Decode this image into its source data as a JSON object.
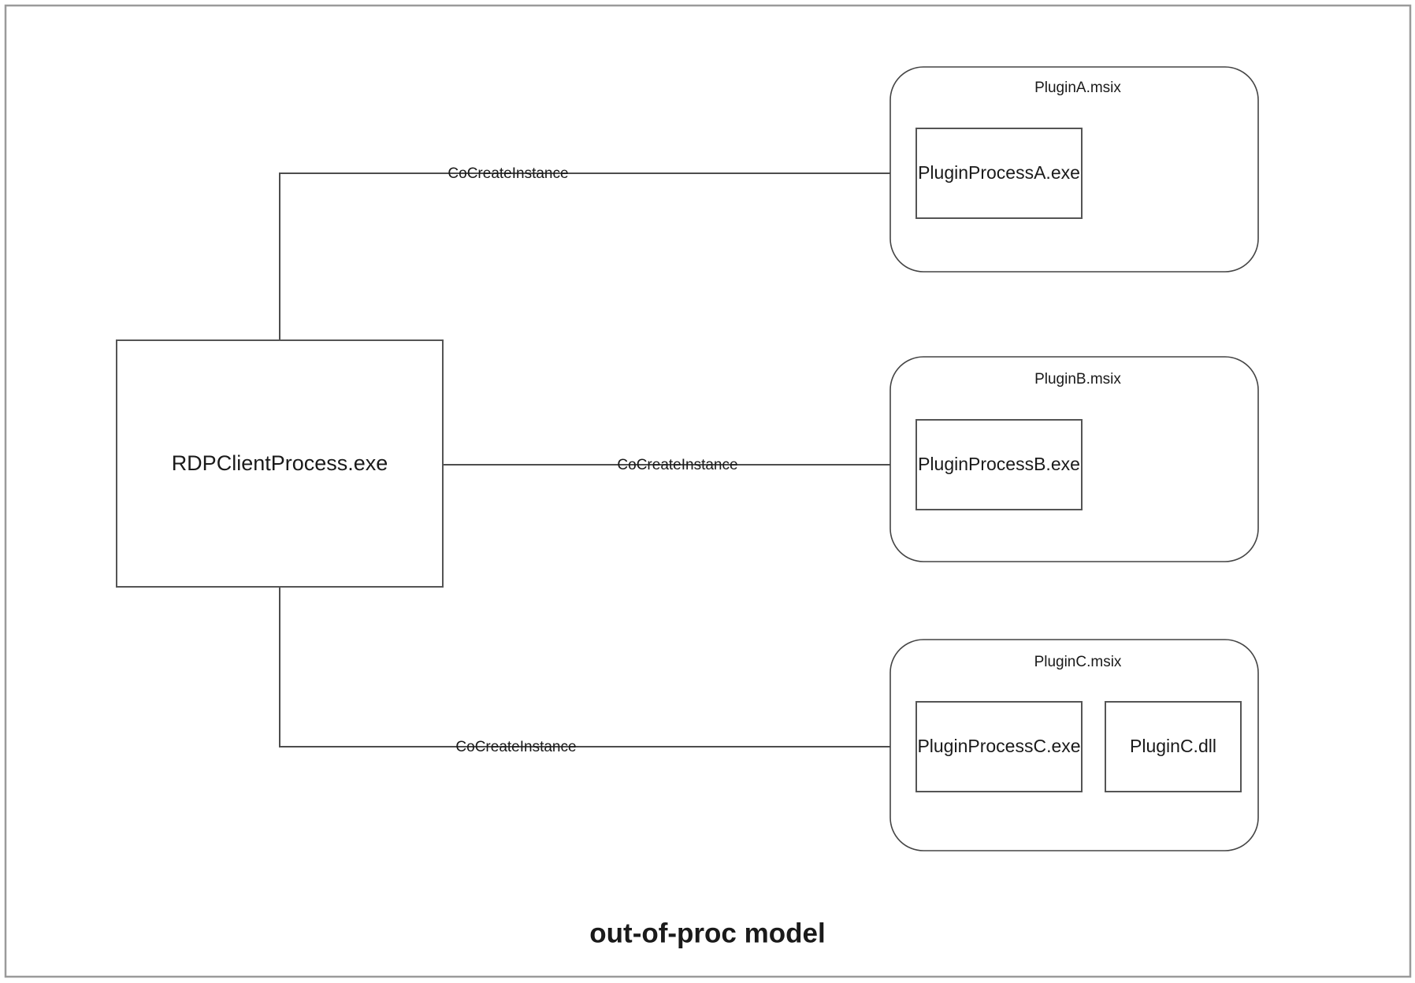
{
  "diagram": {
    "title": "out-of-proc model",
    "frame": {
      "label": "diagram-frame"
    },
    "main_process": {
      "label": "RDPClientProcess.exe"
    },
    "groups": [
      {
        "id": "plugin-a",
        "label": "PluginA.msix",
        "nodes": [
          {
            "id": "plugin-process-a",
            "label": "PluginProcessA.exe"
          }
        ]
      },
      {
        "id": "plugin-b",
        "label": "PluginB.msix",
        "nodes": [
          {
            "id": "plugin-process-b",
            "label": "PluginProcessB.exe"
          }
        ]
      },
      {
        "id": "plugin-c",
        "label": "PluginC.msix",
        "nodes": [
          {
            "id": "plugin-process-c",
            "label": "PluginProcessC.exe"
          },
          {
            "id": "plugin-c-dll",
            "label": "PluginC.dll"
          }
        ]
      }
    ],
    "edges": [
      {
        "id": "edge-a",
        "from": "RDPClientProcess.exe",
        "to": "PluginProcessA.exe",
        "label": "CoCreateInstance"
      },
      {
        "id": "edge-b",
        "from": "RDPClientProcess.exe",
        "to": "PluginProcessB.exe",
        "label": "CoCreateInstance"
      },
      {
        "id": "edge-c",
        "from": "RDPClientProcess.exe",
        "to": "PluginProcessC.exe",
        "label": "CoCreateInstance"
      },
      {
        "id": "edge-c-dll",
        "from": "PluginProcessC.exe",
        "to": "PluginC.dll",
        "label": ""
      }
    ],
    "colors": {
      "background": "#ffffff",
      "frame_border": "#9a9a9a",
      "node_border": "#555555",
      "group_border": "#444444",
      "edge": "#4d4d4d",
      "text": "#1a1a1a"
    }
  }
}
